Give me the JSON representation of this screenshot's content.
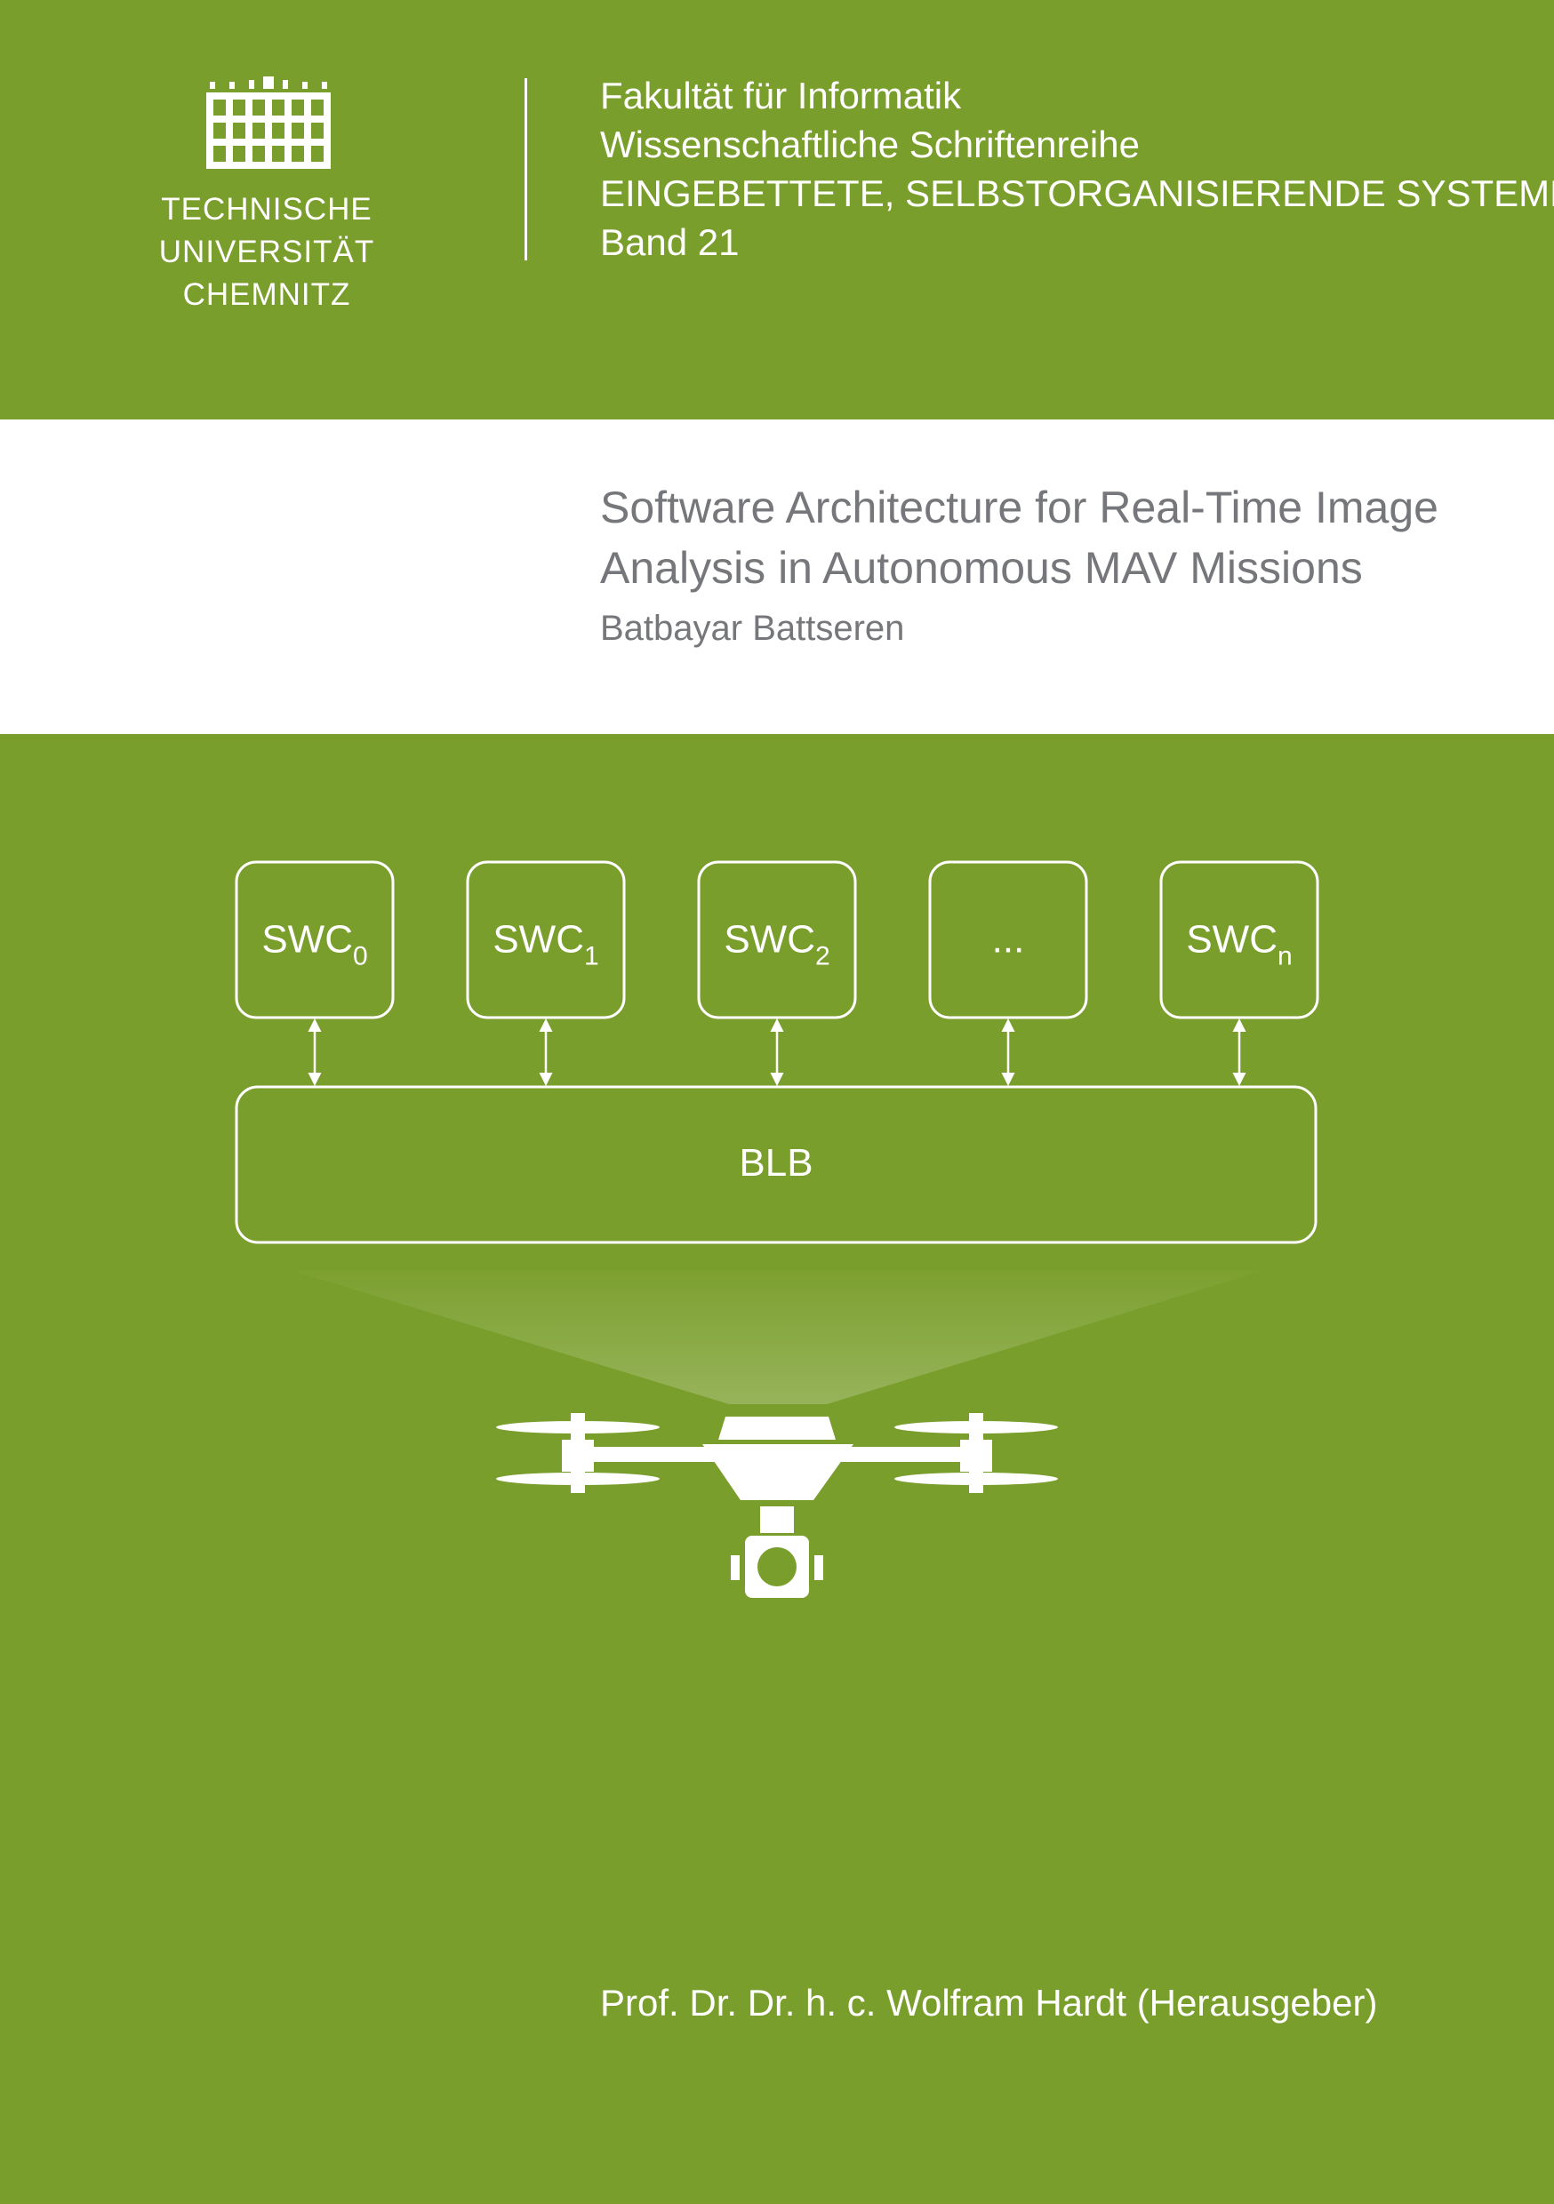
{
  "header": {
    "university_line1": "TECHNISCHE UNIVERSITÄT",
    "university_line2": "CHEMNITZ",
    "faculty": "Fakultät für Informatik",
    "series": "Wissenschaftliche Schriftenreihe",
    "series_name": "EINGEBETTETE, SELBSTORGANISIERENDE SYSTEME",
    "volume": "Band 21"
  },
  "book": {
    "title_line1": "Software Architecture for Real-Time Image",
    "title_line2": "Analysis in Autonomous MAV Missions",
    "author": "Batbayar Battseren"
  },
  "diagram": {
    "components": [
      {
        "base": "SWC",
        "sub": "0"
      },
      {
        "base": "SWC",
        "sub": "1"
      },
      {
        "base": "SWC",
        "sub": "2"
      },
      {
        "base": "...",
        "sub": ""
      },
      {
        "base": "SWC",
        "sub": "n"
      }
    ],
    "bus_label": "BLB",
    "drone_icon": "drone-icon"
  },
  "footer": {
    "editor": "Prof. Dr. Dr. h. c. Wolfram Hardt (Herausgeber)"
  },
  "colors": {
    "green": "#7a9e2c",
    "white": "#ffffff",
    "title_gray": "#75777a"
  }
}
